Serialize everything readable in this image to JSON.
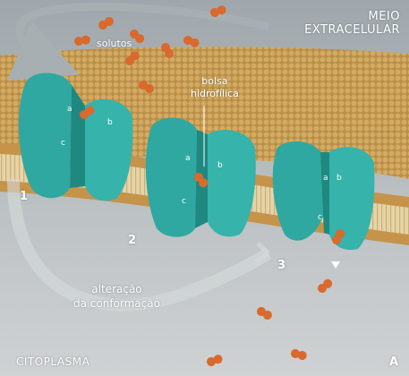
{
  "labels": {
    "meio_line1": "MEIO",
    "meio_line2": "EXTRACELULAR",
    "citoplasma": "CITOPLASMA",
    "solutos": "solutos",
    "bolsa_line1": "bolsa",
    "bolsa_line2": "hidrofílica",
    "alteracao_line1": "alteração",
    "alteracao_line2": "da conformação",
    "panel": "A"
  },
  "steps": [
    "1",
    "2",
    "3"
  ],
  "binding_sites": [
    "a",
    "b",
    "c"
  ],
  "colors": {
    "background": "#b9bec1",
    "membrane_head": "#c89a4c",
    "protein": "#38b5ad",
    "solute": "#d9692d",
    "arrow": "#9aa4a9"
  }
}
